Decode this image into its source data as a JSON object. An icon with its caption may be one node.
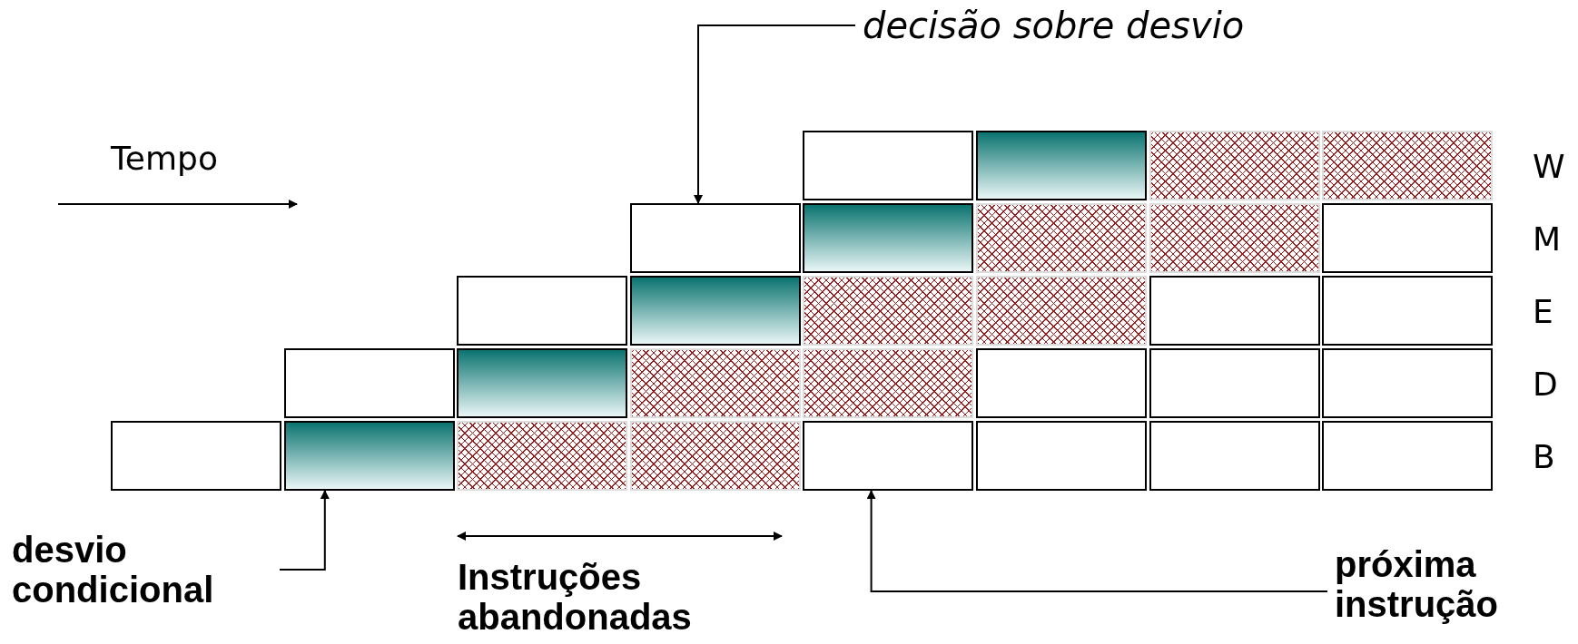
{
  "diagram": {
    "nodes": [
      {
        "text": [
          "decisão sobre desvio"
        ]
      },
      {
        "text": [],
        "shape": "box"
      },
      {
        "text": [
          "desvio condicional"
        ]
      },
      {
        "text": [],
        "shape": "box"
      },
      {
        "text": [
          "próxima instrução"
        ]
      },
      {
        "text": [],
        "shape": "box"
      }
    ],
    "edges": [
      {
        "from": 0,
        "to": 1,
        "arrow": "to"
      },
      {
        "from": 2,
        "to": 3,
        "arrow": "to"
      },
      {
        "from": 4,
        "to": 5,
        "arrow": "to"
      }
    ],
    "labels": [
      "Tempo",
      "W",
      "M",
      "E",
      "D",
      "B",
      "Instruções abandonadas"
    ]
  }
}
